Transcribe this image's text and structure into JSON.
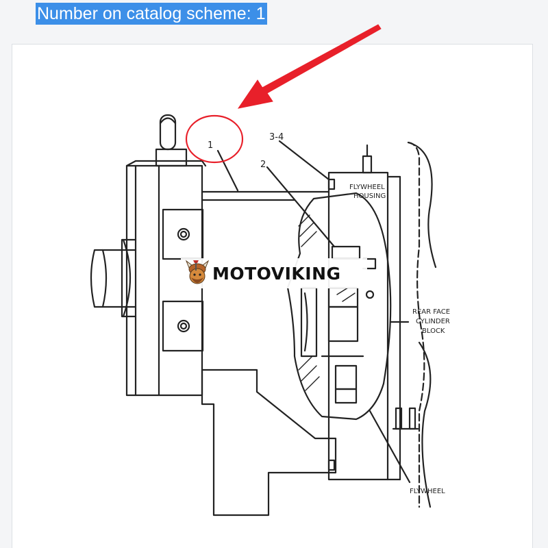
{
  "header": {
    "text": "Number on catalog scheme: 1"
  },
  "colors": {
    "highlight": "#3c8fe8",
    "arrow": "#e8202a",
    "circle": "#e8202a",
    "line": "#222222"
  },
  "diagram": {
    "callouts": {
      "item_1": "1",
      "item_2": "2",
      "item_3_4": "3-4"
    },
    "labels": {
      "flywheel_housing_line1": "FLYWHEEL",
      "flywheel_housing_line2": "HOUSING",
      "rear_face_line1": "REAR FACE",
      "rear_face_line2": "CYLINDER",
      "rear_face_line3": "BLOCK",
      "flywheel": "FLYWHEEL"
    }
  },
  "watermark": {
    "text": "MOTOVIKING",
    "logo_icon": "viking-mascot-icon"
  }
}
